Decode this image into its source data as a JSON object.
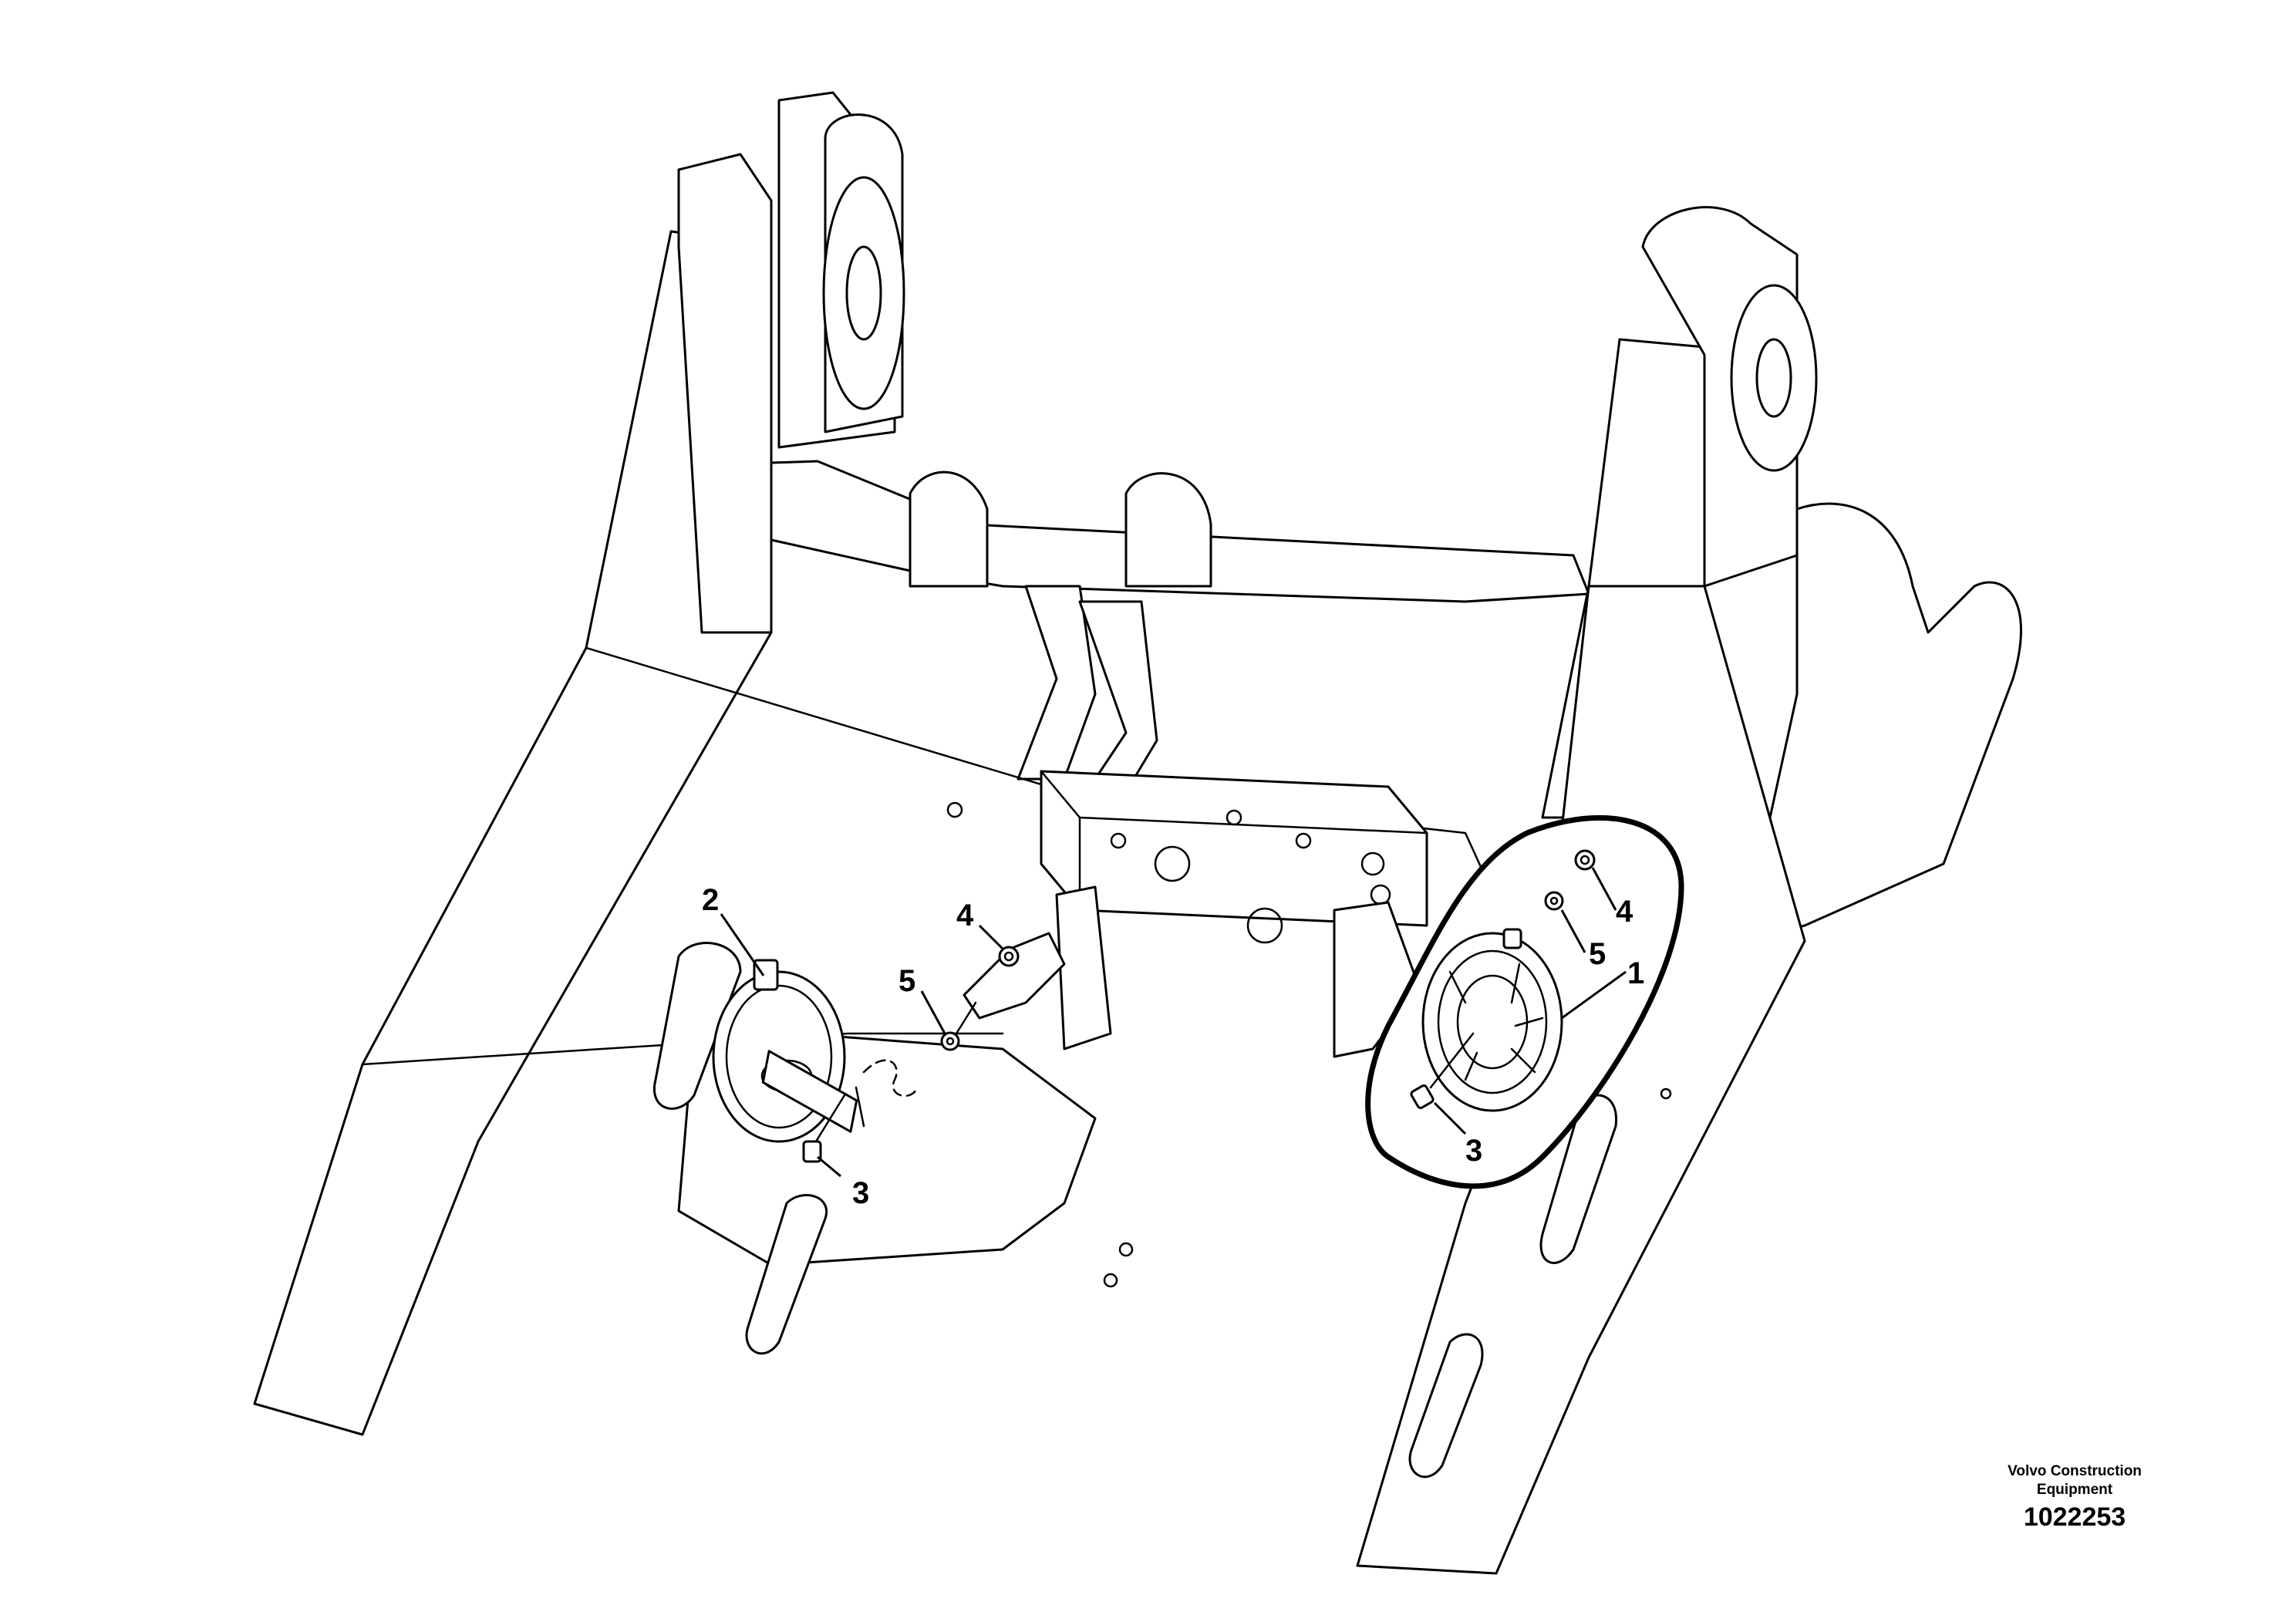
{
  "diagram": {
    "callouts": [
      {
        "id": "c1",
        "label": "1"
      },
      {
        "id": "c2",
        "label": "2"
      },
      {
        "id": "c3a",
        "label": "3"
      },
      {
        "id": "c3b",
        "label": "3"
      },
      {
        "id": "c4a",
        "label": "4"
      },
      {
        "id": "c4b",
        "label": "4"
      },
      {
        "id": "c5a",
        "label": "5"
      },
      {
        "id": "c5b",
        "label": "5"
      }
    ]
  },
  "footer": {
    "company_line1": "Volvo Construction",
    "company_line2": "Equipment",
    "part_number": "1022253"
  }
}
